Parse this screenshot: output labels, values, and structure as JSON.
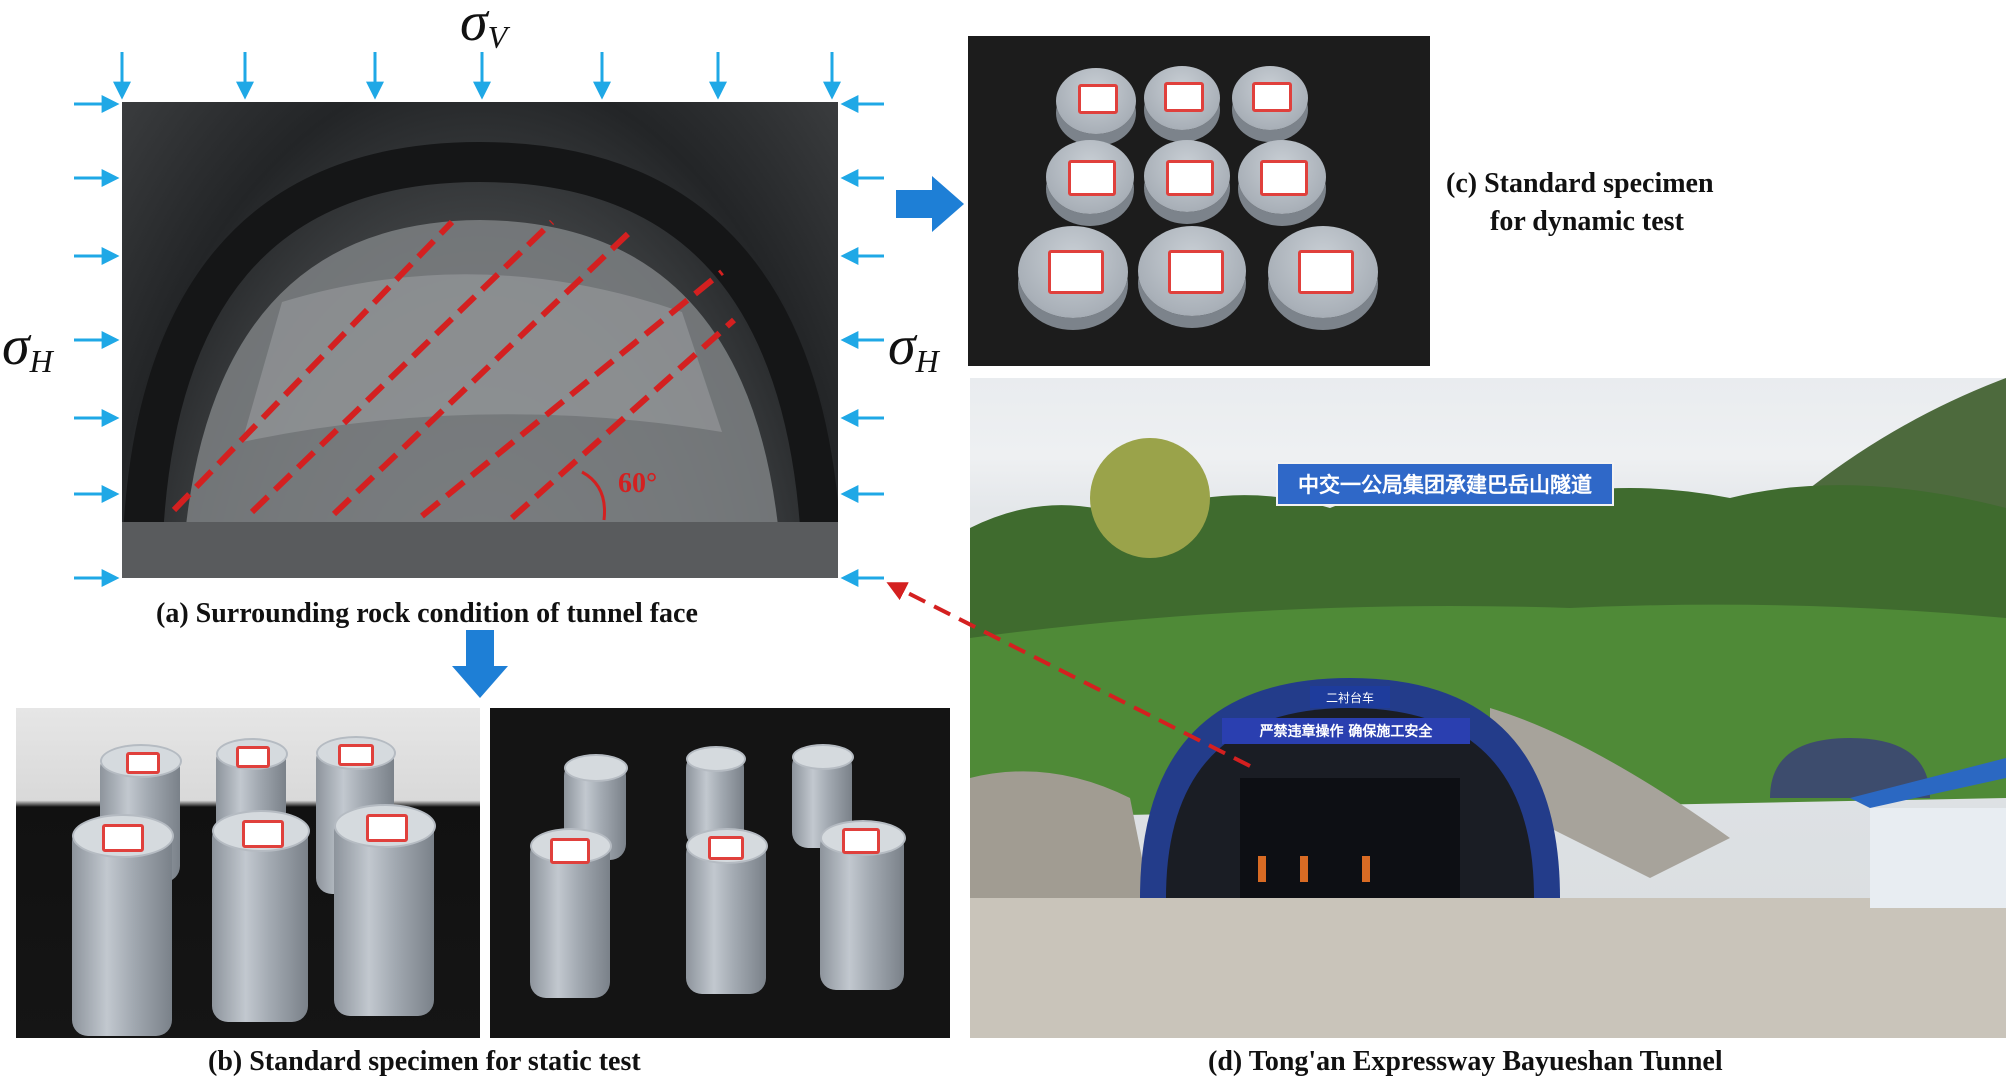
{
  "stress": {
    "sigma": "σ",
    "vertical_sub": "V",
    "horizontal_sub": "H"
  },
  "panel_a": {
    "angle_label": "60°",
    "caption": "(a) Surrounding rock condition of tunnel face"
  },
  "panel_b": {
    "caption": "(b) Standard specimen for static test"
  },
  "panel_c": {
    "caption_line1": "(c) Standard specimen",
    "caption_line2": "for dynamic test"
  },
  "panel_d": {
    "banner_top": "中交一公局集团承建巴岳山隧道",
    "portal_sign": "二衬台车",
    "safety_banner": "严禁违章操作 确保施工安全",
    "caption": "(d) Tong'an Expressway Bayueshan Tunnel"
  },
  "colors": {
    "arrow_blue": "#1fa8e6",
    "dashed_red": "#d42020",
    "banner_blue": "#2f68c8"
  },
  "icons": {
    "stress_arrow": "arrow-down-icon",
    "flow_arrow": "block-arrow-icon"
  }
}
